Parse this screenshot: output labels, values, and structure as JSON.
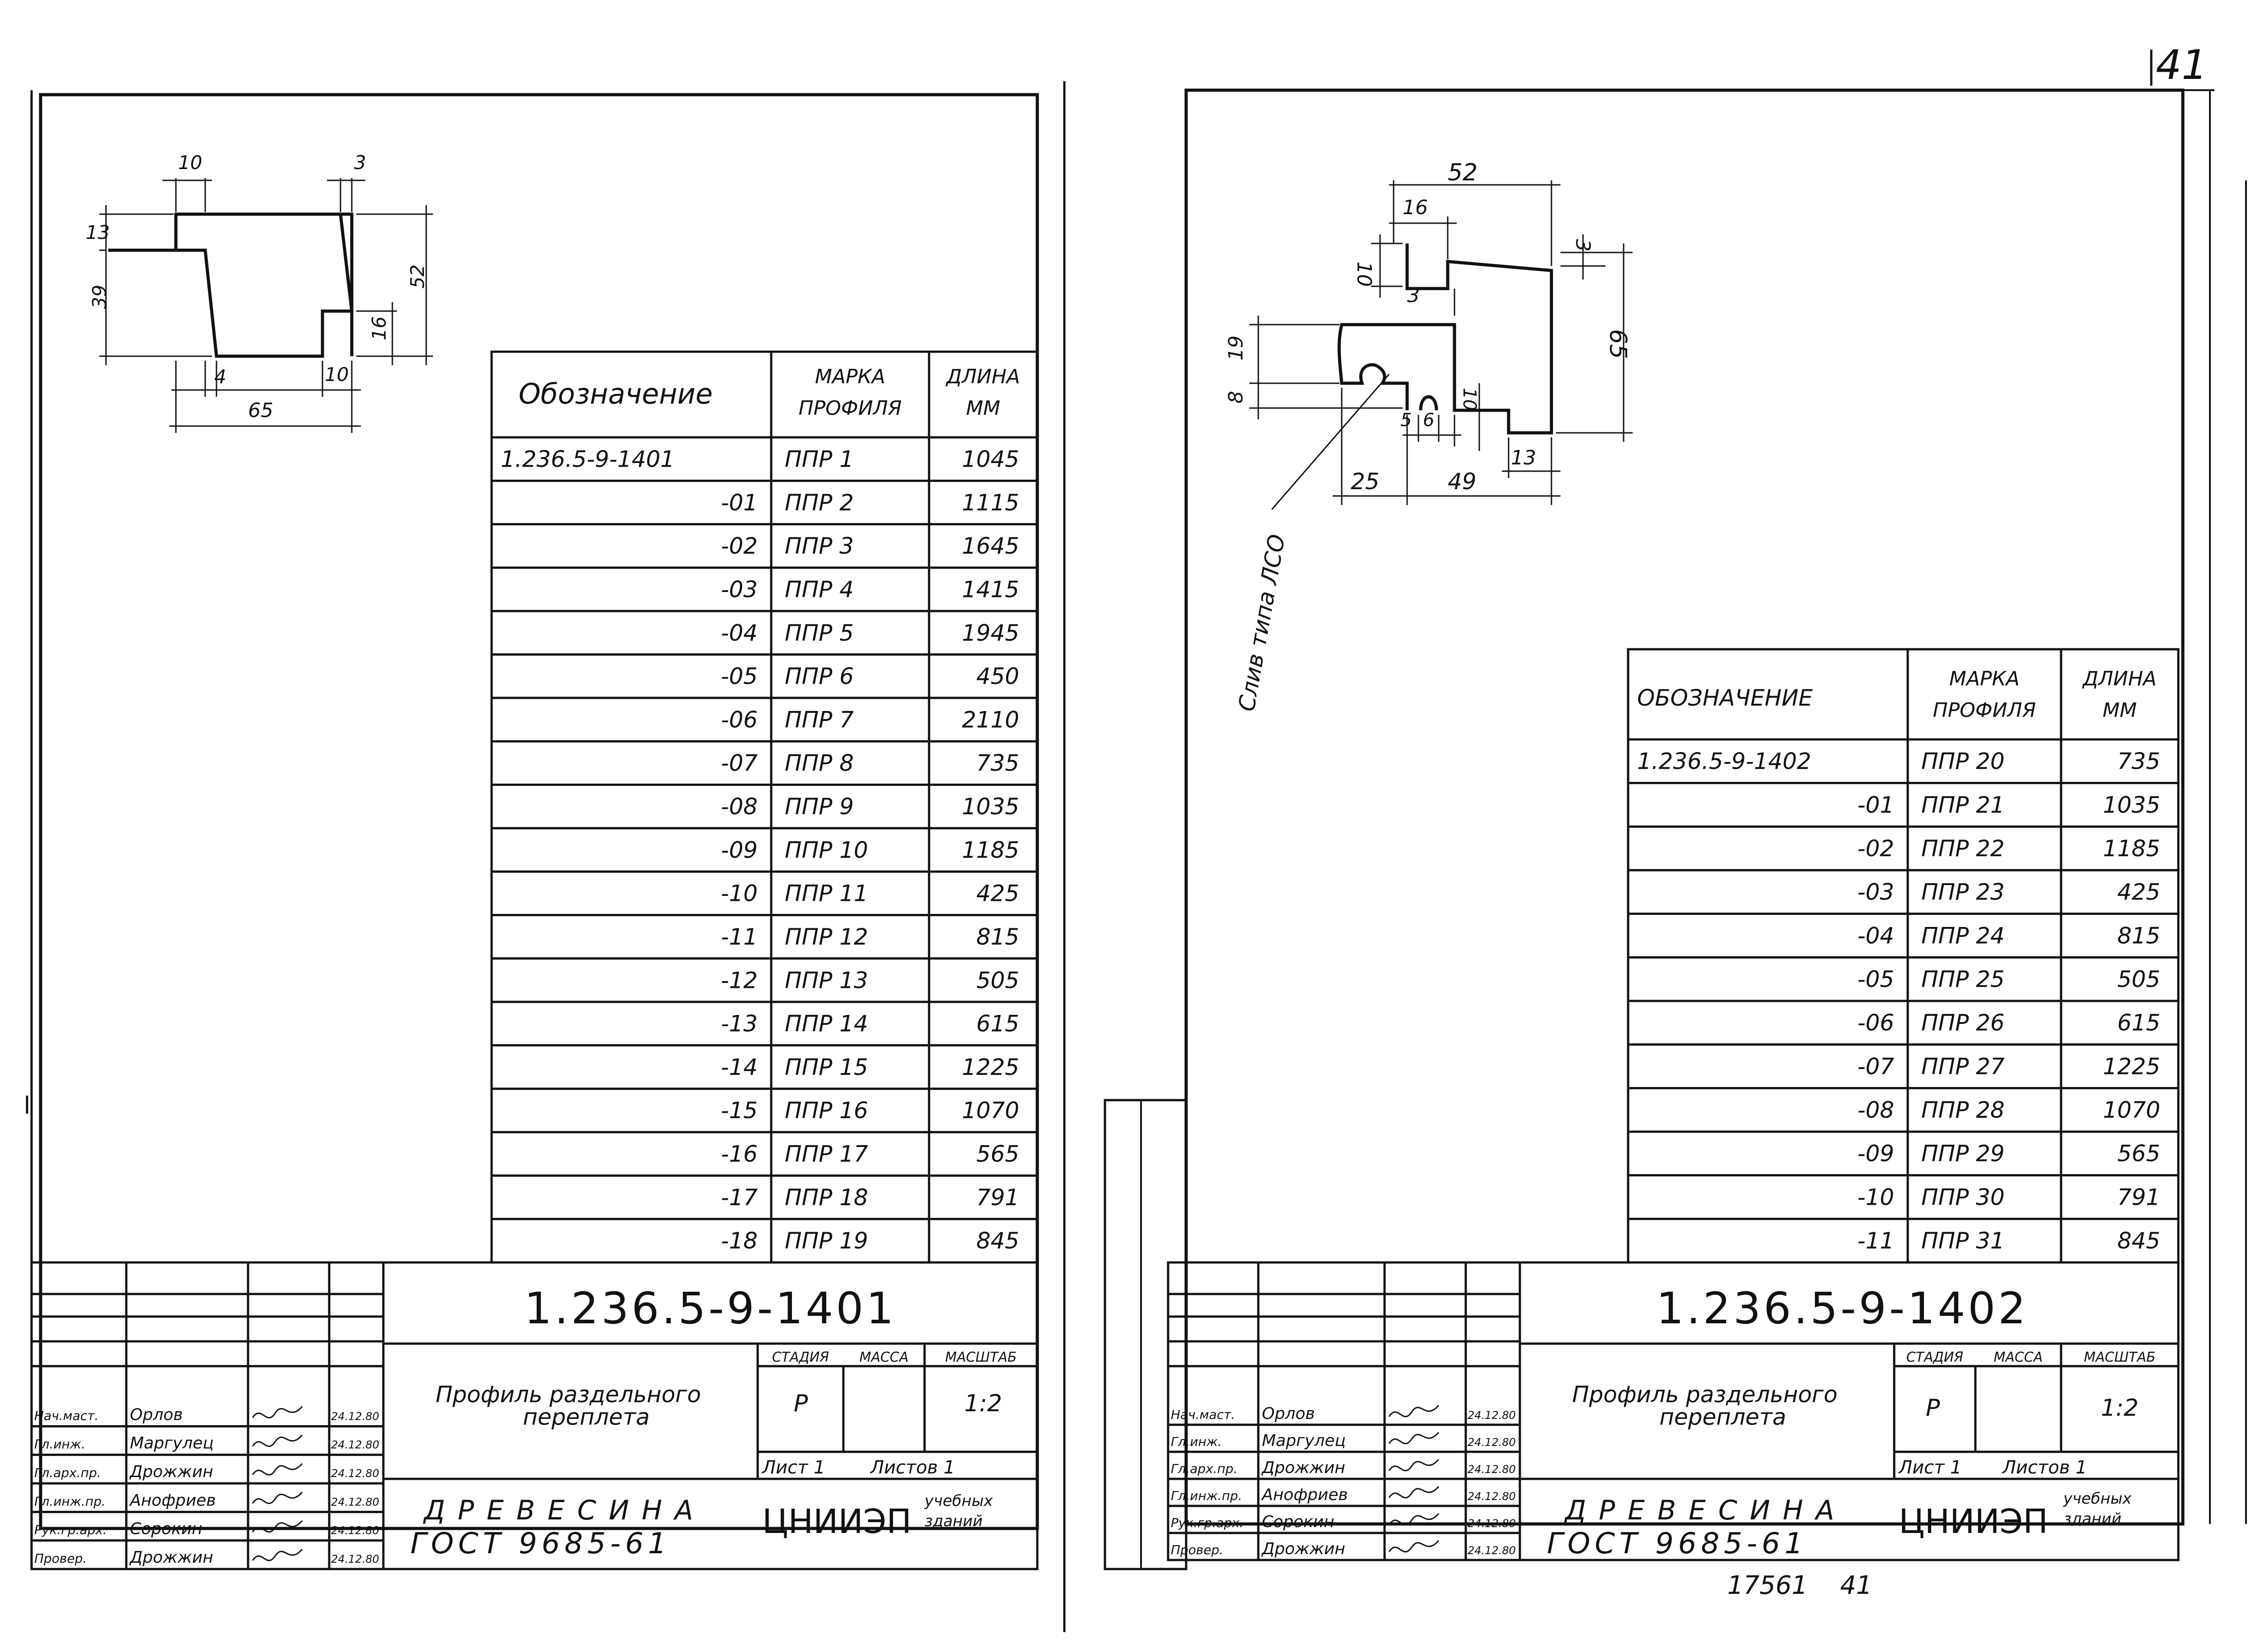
{
  "page_number": "41",
  "archive_number": "17561",
  "archive_page": "41",
  "sheets": [
    {
      "code": "1.236.5-9-1401",
      "section_label": "",
      "dims": {
        "top_left": "10",
        "top_right": "3",
        "left_upper": "13",
        "left_height": "39",
        "right_height": "52",
        "notch_height": "16",
        "bottom_offset": "4",
        "notch_width": "10",
        "overall_width": "65"
      },
      "table": {
        "headers": [
          "Обозначение",
          "МАРКА ПРОФИЛЯ",
          "ДЛИНА ММ"
        ],
        "rows": [
          {
            "d": "1.236.5-9-1401",
            "m": "ППР 1",
            "l": "1045"
          },
          {
            "d": "-01",
            "m": "ППР 2",
            "l": "1115"
          },
          {
            "d": "-02",
            "m": "ППР 3",
            "l": "1645"
          },
          {
            "d": "-03",
            "m": "ППР 4",
            "l": "1415"
          },
          {
            "d": "-04",
            "m": "ППР 5",
            "l": "1945"
          },
          {
            "d": "-05",
            "m": "ППР 6",
            "l": "450"
          },
          {
            "d": "-06",
            "m": "ППР 7",
            "l": "2110"
          },
          {
            "d": "-07",
            "m": "ППР 8",
            "l": "735"
          },
          {
            "d": "-08",
            "m": "ППР 9",
            "l": "1035"
          },
          {
            "d": "-09",
            "m": "ППР 10",
            "l": "1185"
          },
          {
            "d": "-10",
            "m": "ППР 11",
            "l": "425"
          },
          {
            "d": "-11",
            "m": "ППР 12",
            "l": "815"
          },
          {
            "d": "-12",
            "m": "ППР 13",
            "l": "505"
          },
          {
            "d": "-13",
            "m": "ППР 14",
            "l": "615"
          },
          {
            "d": "-14",
            "m": "ППР 15",
            "l": "1225"
          },
          {
            "d": "-15",
            "m": "ППР 16",
            "l": "1070"
          },
          {
            "d": "-16",
            "m": "ППР 17",
            "l": "565"
          },
          {
            "d": "-17",
            "m": "ППР 18",
            "l": "791"
          },
          {
            "d": "-18",
            "m": "ППР 19",
            "l": "845"
          }
        ]
      },
      "title_block": {
        "doc_code": "1.236.5-9-1401",
        "title": [
          "Профиль раздельного",
          "переплета"
        ],
        "stage_label": "СТАДИЯ",
        "mass_label": "МАССА",
        "scale_label": "МАСШТАБ",
        "stage": "Р",
        "mass": "",
        "scale": "1:2",
        "sheet": "Лист 1",
        "sheets": "Листов 1",
        "material": "ДРЕВЕСИНА",
        "standard": "ГОСТ 9685-61",
        "org": "ЦНИИЭП",
        "org_sub": [
          "учебных",
          "зданий"
        ],
        "staff": [
          {
            "role": "Нач.маст.",
            "name": "Орлов",
            "date": "24.12.80"
          },
          {
            "role": "Гл.инж.",
            "name": "Маргулец",
            "date": "24.12.80"
          },
          {
            "role": "Гл.арх.пр.",
            "name": "Дрожжин",
            "date": "24.12.80"
          },
          {
            "role": "Гл.инж.пр.",
            "name": "Анофриев",
            "date": "24.12.80"
          },
          {
            "role": "Рук.гр.арх.",
            "name": "Сорокин",
            "date": "24.12.80"
          },
          {
            "role": "Провер.",
            "name": "Дрожжин",
            "date": "24.12.80"
          }
        ]
      }
    },
    {
      "code": "1.236.5-9-1402",
      "section_label": "Слив типа ЛСО",
      "dims": {
        "top_width": "52",
        "top_inner": "16",
        "top_right": "3",
        "left_small": "10",
        "gap": "3",
        "right_height": "65",
        "left_upper": "19",
        "left_lower": "8",
        "groove_a": "5",
        "groove_b": "6",
        "groove_h": "10",
        "foot": "13",
        "bottom_left": "25",
        "bottom_right": "49"
      },
      "table": {
        "headers": [
          "ОБОЗНАЧЕНИЕ",
          "МАРКА ПРОФИЛЯ",
          "ДЛИНА ММ"
        ],
        "rows": [
          {
            "d": "1.236.5-9-1402",
            "m": "ППР 20",
            "l": "735"
          },
          {
            "d": "-01",
            "m": "ППР 21",
            "l": "1035"
          },
          {
            "d": "-02",
            "m": "ППР 22",
            "l": "1185"
          },
          {
            "d": "-03",
            "m": "ППР 23",
            "l": "425"
          },
          {
            "d": "-04",
            "m": "ППР 24",
            "l": "815"
          },
          {
            "d": "-05",
            "m": "ППР 25",
            "l": "505"
          },
          {
            "d": "-06",
            "m": "ППР 26",
            "l": "615"
          },
          {
            "d": "-07",
            "m": "ППР 27",
            "l": "1225"
          },
          {
            "d": "-08",
            "m": "ППР 28",
            "l": "1070"
          },
          {
            "d": "-09",
            "m": "ППР 29",
            "l": "565"
          },
          {
            "d": "-10",
            "m": "ППР 30",
            "l": "791"
          },
          {
            "d": "-11",
            "m": "ППР 31",
            "l": "845"
          }
        ]
      },
      "title_block": {
        "doc_code": "1.236.5-9-1402",
        "title": [
          "Профиль раздельного",
          "переплета"
        ],
        "stage_label": "СТАДИЯ",
        "mass_label": "МАССА",
        "scale_label": "МАСШТАБ",
        "stage": "Р",
        "mass": "",
        "scale": "1:2",
        "sheet": "Лист 1",
        "sheets": "Листов 1",
        "material": "ДРЕВЕСИНА",
        "standard": "ГОСТ 9685-61",
        "org": "ЦНИИЭП",
        "org_sub": [
          "учебных",
          "зданий"
        ],
        "staff": [
          {
            "role": "Нач.маст.",
            "name": "Орлов",
            "date": "24.12.80"
          },
          {
            "role": "Гл.инж.",
            "name": "Маргулец",
            "date": "24.12.80"
          },
          {
            "role": "Гл.арх.пр.",
            "name": "Дрожжин",
            "date": "24.12.80"
          },
          {
            "role": "Гл.инж.пр.",
            "name": "Анофриев",
            "date": "24.12.80"
          },
          {
            "role": "Рук.гр.арх.",
            "name": "Сорокин",
            "date": "24.12.80"
          },
          {
            "role": "Провер.",
            "name": "Дрожжин",
            "date": "24.12.80"
          }
        ]
      }
    }
  ]
}
